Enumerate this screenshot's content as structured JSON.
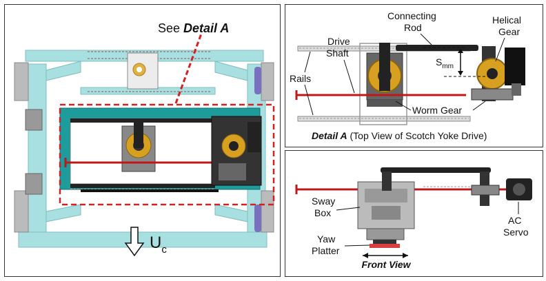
{
  "left_panel": {
    "callout_prefix": "See ",
    "callout_emphasis": "Detail A",
    "flow_symbol": "U",
    "flow_subscript": "c"
  },
  "detail_panel": {
    "labels": {
      "connecting_rod_line1": "Connecting",
      "connecting_rod_line2": "Rod",
      "helical_gear_line1": "Helical",
      "helical_gear_line2": "Gear",
      "drive_shaft_line1": "Drive",
      "drive_shaft_line2": "Shaft",
      "rails": "Rails",
      "stroke_symbol": "S",
      "stroke_subscript": "mm",
      "worm_gear": "Worm Gear"
    },
    "caption_emphasis": "Detail A",
    "caption_rest": " (Top View of Scotch Yoke Drive)"
  },
  "front_panel": {
    "labels": {
      "sway_box_line1": "Sway",
      "sway_box_line2": "Box",
      "yaw_platter_line1": "Yaw",
      "yaw_platter_line2": "Platter",
      "ac_servo_line1": "AC",
      "ac_servo_line2": "Servo"
    },
    "caption": "Front View"
  },
  "colors": {
    "frame_cyan": "#a8dfe0",
    "teal_plate": "#1e9b9b",
    "callout_red": "#d32020",
    "shaft_red": "#c01818",
    "gear_gold": "#d8a020"
  }
}
